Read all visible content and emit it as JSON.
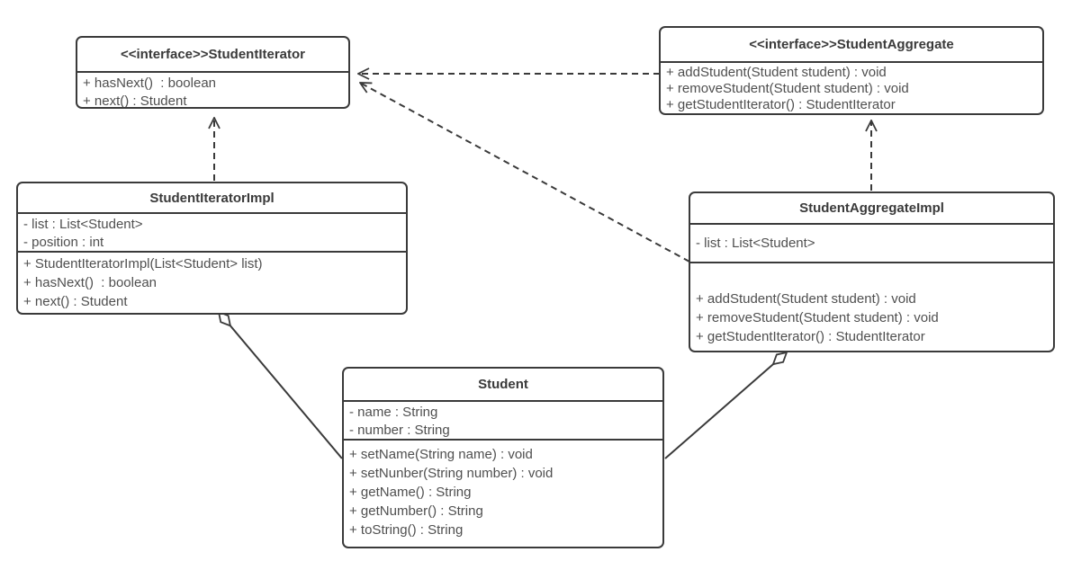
{
  "diagram": {
    "classes": [
      {
        "name": "StudentIterator",
        "stereotype": "<<interface>>",
        "title": "<<interface>>StudentIterator",
        "attributes": [],
        "methods": [
          "+ hasNext()  : boolean",
          "+ next() : Student"
        ]
      },
      {
        "name": "StudentAggregate",
        "stereotype": "<<interface>>",
        "title": "<<interface>>StudentAggregate",
        "attributes": [],
        "methods": [
          "+ addStudent(Student student) : void",
          "+ removeStudent(Student student) : void",
          "+ getStudentIterator() : StudentIterator"
        ]
      },
      {
        "name": "StudentIteratorImpl",
        "stereotype": "",
        "title": "StudentIteratorImpl",
        "attributes": [
          "- list : List<Student>",
          "- position : int"
        ],
        "methods": [
          "+ StudentIteratorImpl(List<Student> list)",
          "+ hasNext()  : boolean",
          "+ next() : Student"
        ]
      },
      {
        "name": "StudentAggregateImpl",
        "stereotype": "",
        "title": "StudentAggregateImpl",
        "attributes": [
          "- list : List<Student>"
        ],
        "methods": [
          "+ addStudent(Student student) : void",
          "+ removeStudent(Student student) : void",
          "+ getStudentIterator() : StudentIterator"
        ]
      },
      {
        "name": "Student",
        "stereotype": "",
        "title": "Student",
        "attributes": [
          "- name : String",
          "- number : String"
        ],
        "methods": [
          "+ setName(String name) : void",
          "+ setNunber(String number) : void",
          "+ getName() : String",
          "+ getNumber() : String",
          "+ toString() : String"
        ]
      }
    ],
    "relationships": [
      {
        "type": "realization",
        "from": "StudentIteratorImpl",
        "to": "StudentIterator",
        "line": "dashed",
        "marker": "open-arrow"
      },
      {
        "type": "realization",
        "from": "StudentAggregateImpl",
        "to": "StudentAggregate",
        "line": "dashed",
        "marker": "open-arrow"
      },
      {
        "type": "dependency",
        "from": "StudentAggregate",
        "to": "StudentIterator",
        "line": "dashed",
        "marker": "open-arrow"
      },
      {
        "type": "dependency",
        "from": "StudentAggregateImpl",
        "to": "StudentIterator",
        "line": "dashed",
        "marker": "open-arrow"
      },
      {
        "type": "aggregation",
        "from": "StudentIteratorImpl",
        "to": "Student",
        "line": "solid",
        "marker": "hollow-diamond"
      },
      {
        "type": "aggregation",
        "from": "StudentAggregateImpl",
        "to": "Student",
        "line": "solid",
        "marker": "hollow-diamond"
      }
    ],
    "colors": {
      "line": "#3a3a3a",
      "text": "#4f4f4f",
      "background": "#ffffff"
    }
  }
}
